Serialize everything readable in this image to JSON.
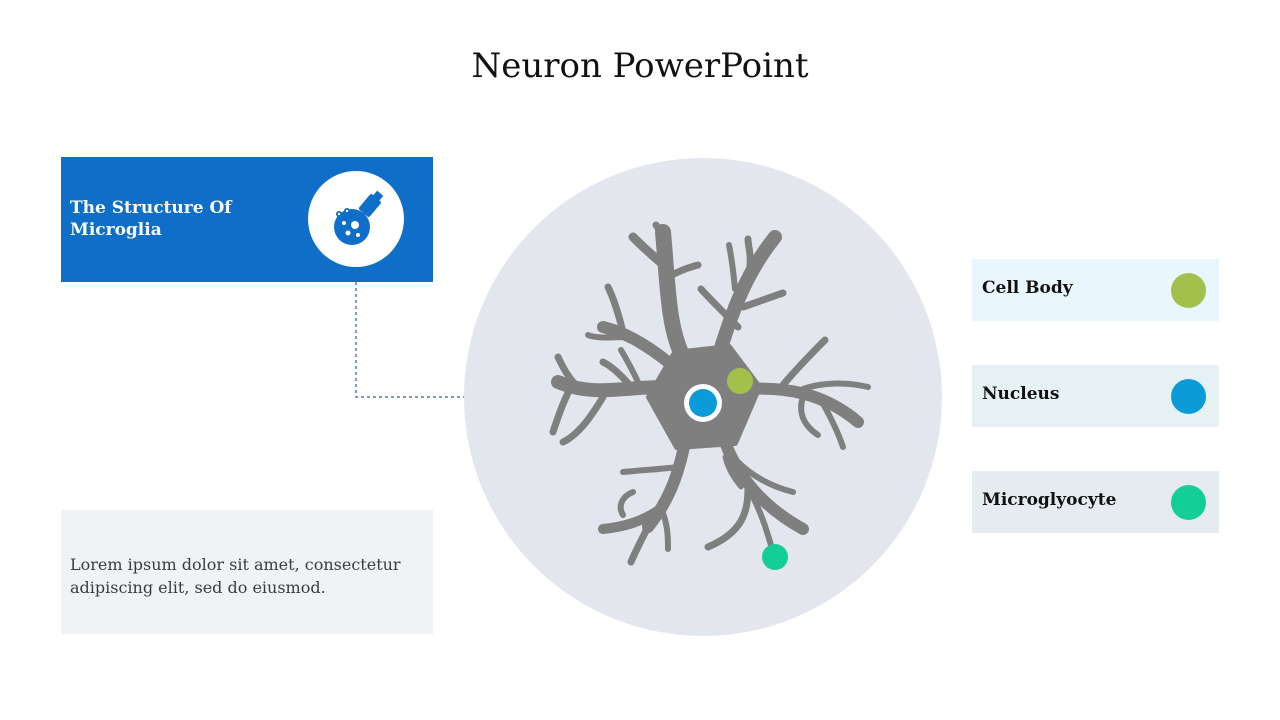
{
  "title": "Neuron PowerPoint",
  "left_panel": {
    "heading": "The Structure Of Microglia",
    "icon": "microscope-cell-icon",
    "accent_color": "#0f6ec8"
  },
  "description": "Lorem ipsum dolor sit amet, consectetur adipiscing elit, sed do eiusmod.",
  "diagram": {
    "icon": "neuron-cell-icon",
    "circle_color": "#e3e7ed",
    "cell_color": "#7f7f7f"
  },
  "legend": [
    {
      "label": "Cell Body",
      "color": "#a3c14a",
      "bg": "#eaf6fd"
    },
    {
      "label": "Nucleus",
      "color": "#0b9bd8",
      "bg": "#e6f1f3"
    },
    {
      "label": "Microglyocyte",
      "color": "#14cf95",
      "bg": "#e5ecef"
    }
  ]
}
